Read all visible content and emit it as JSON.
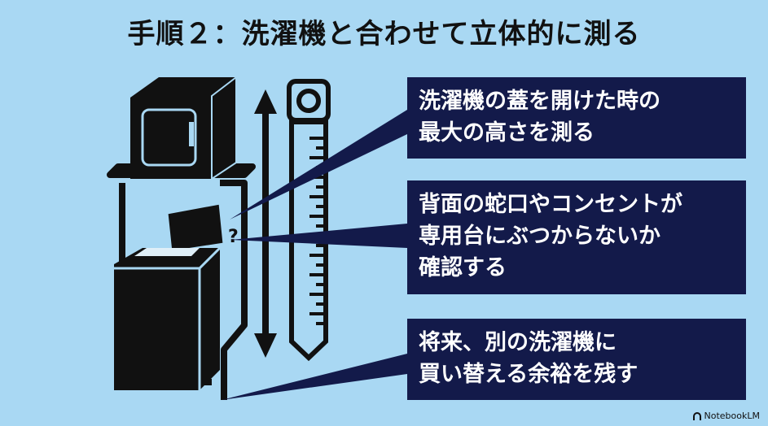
{
  "title": "手順２：洗濯機と合わせて立体的に測る",
  "callouts": [
    {
      "lines": [
        "洗濯機の蓋を開けた時の",
        "最大の高さを測る"
      ]
    },
    {
      "lines": [
        "背面の蛇口やコンセントが",
        "専用台にぶつからないか",
        "確認する"
      ]
    },
    {
      "lines": [
        "将来、別の洗濯機に",
        "買い替える余裕を残す"
      ]
    }
  ],
  "badge": {
    "label": "NotebookLM",
    "icon": "notebooklm-logo-icon"
  },
  "illustration": {
    "icons": [
      "washing-machine-icon",
      "dryer-icon",
      "double-arrow-icon",
      "tape-measure-icon",
      "question-mark-icon"
    ],
    "colors": {
      "background": "#a9d8f3",
      "ink": "#111111",
      "box": "#131a4a",
      "text": "#ffffff"
    }
  }
}
